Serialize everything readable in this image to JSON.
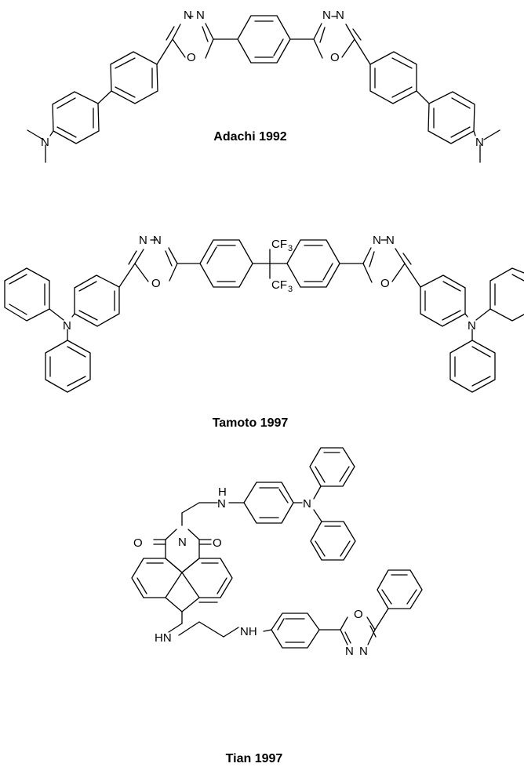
{
  "molecules": [
    {
      "caption": "Adachi 1992",
      "atoms": {
        "n": "N",
        "o": "O"
      }
    },
    {
      "caption": "Tamoto 1997",
      "atoms": {
        "n": "N",
        "o": "O",
        "cf": "CF",
        "three": "3"
      }
    },
    {
      "caption": "Tian 1997",
      "atoms": {
        "n": "N",
        "o": "O",
        "nh": "NH",
        "hn": "HN",
        "h": "H"
      }
    }
  ]
}
